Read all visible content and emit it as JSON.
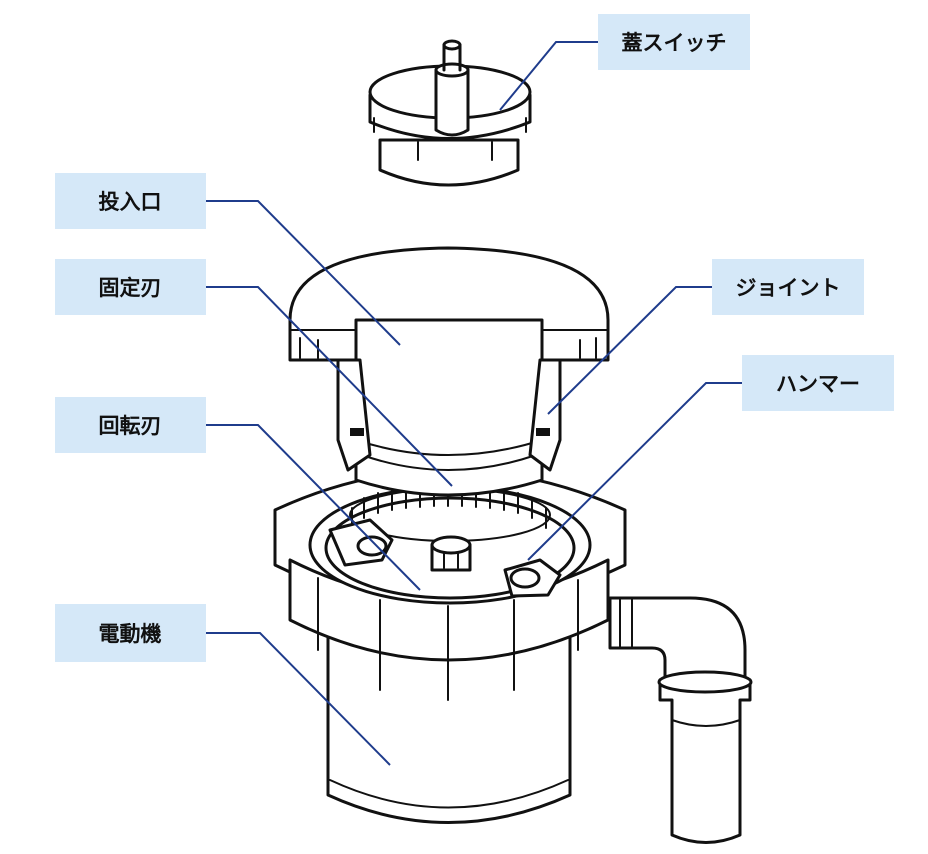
{
  "colors": {
    "label_background": "#d5e8f8",
    "leader_line": "#1f3c8c",
    "drawing_ink": "#111111"
  },
  "labels": {
    "lid_switch": "蓋スイッチ",
    "inlet": "投入口",
    "fixed_blade": "固定刃",
    "rotating_blade": "回転刃",
    "motor": "電動機",
    "joint": "ジョイント",
    "hammer": "ハンマー"
  }
}
